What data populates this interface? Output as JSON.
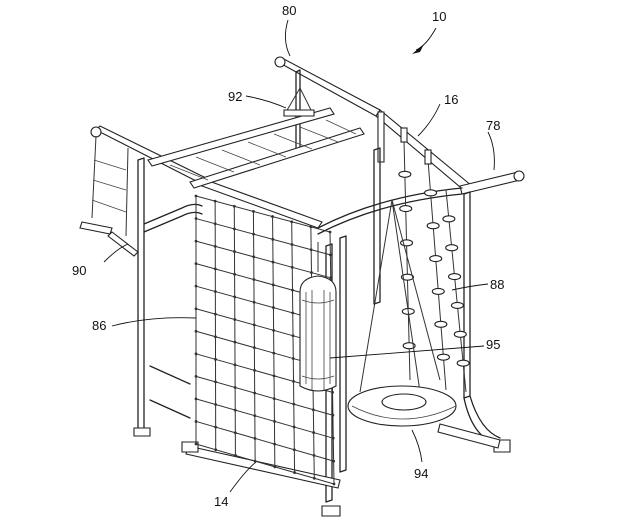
{
  "figure": {
    "labels": {
      "l10": "10",
      "l80": "80",
      "l92": "92",
      "l16": "16",
      "l78": "78",
      "l90": "90",
      "l88": "88",
      "l86": "86",
      "l95": "95",
      "l94": "94",
      "l14": "14"
    }
  }
}
